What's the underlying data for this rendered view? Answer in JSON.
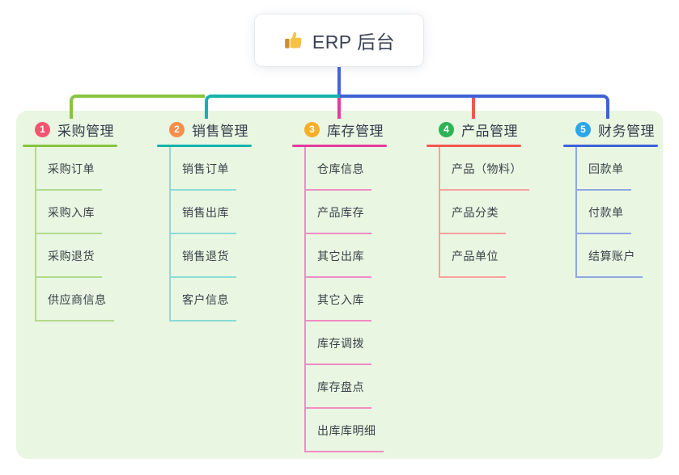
{
  "canvas": {
    "background": "#ffffff",
    "panel_background": "#E9F6E2",
    "trunk_color": "#4463D8"
  },
  "root": {
    "icon": "thumbs-up-icon",
    "title": "ERP 后台"
  },
  "branches": [
    {
      "badge": "1",
      "badge_color": "#F2556F",
      "line_color": "#87C43F",
      "child_line_color": "#B3DA8E",
      "title": "采购管理",
      "children": [
        "采购订单",
        "采购入库",
        "采购退货",
        "供应商信息"
      ]
    },
    {
      "badge": "2",
      "badge_color": "#F78E4B",
      "line_color": "#14B3AB",
      "child_line_color": "#8CDCD5",
      "title": "销售管理",
      "children": [
        "销售订单",
        "销售出库",
        "销售退货",
        "客户信息"
      ]
    },
    {
      "badge": "3",
      "badge_color": "#F6AF28",
      "line_color": "#E23C9D",
      "child_line_color": "#F08CC4",
      "title": "库存管理",
      "children": [
        "仓库信息",
        "产品库存",
        "其它出库",
        "其它入库",
        "库存调拨",
        "库存盘点",
        "出库库明细"
      ]
    },
    {
      "badge": "4",
      "badge_color": "#2FB156",
      "line_color": "#F2584F",
      "child_line_color": "#F7A29B",
      "title": "产品管理",
      "children": [
        "产品（物料）",
        "产品分类",
        "产品单位"
      ]
    },
    {
      "badge": "5",
      "badge_color": "#2CA6E9",
      "line_color": "#3D63D3",
      "child_line_color": "#8FA7E2",
      "title": "财务管理",
      "children": [
        "回款单",
        "付款单",
        "结算账户"
      ]
    }
  ]
}
